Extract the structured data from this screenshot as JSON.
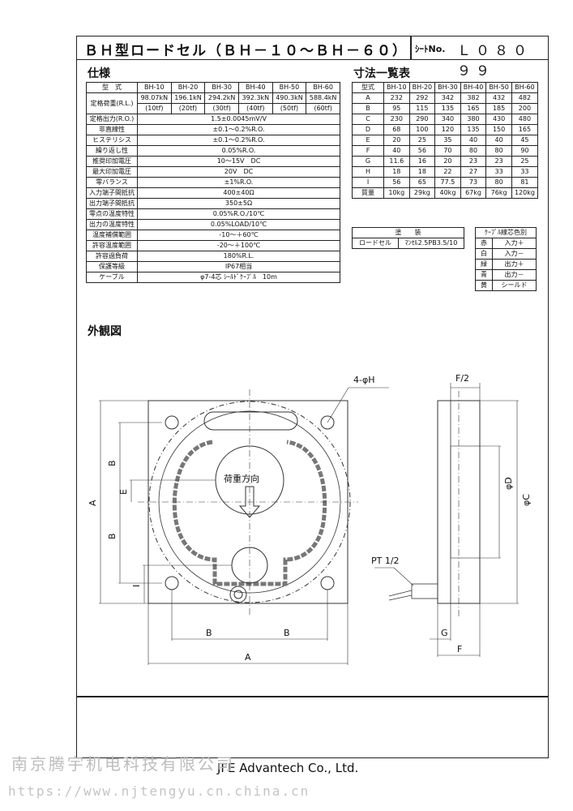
{
  "header": {
    "title": "ＢＨ型ロードセル（ＢＨ－１０～ＢＨ－６０）",
    "sheet_label": "ｼｰﾄNo.",
    "sheet_no": "Ｌ０８０９９"
  },
  "spec": {
    "title": "仕様",
    "model_label": "型　式",
    "models": [
      "BH-10",
      "BH-20",
      "BH-30",
      "BH-40",
      "BH-50",
      "BH-60"
    ],
    "rated_load_label": "定格荷重(R.L.)",
    "rated_load_kn": [
      "98.07kN",
      "196.1kN",
      "294.2kN",
      "392.3kN",
      "490.3kN",
      "588.4kN"
    ],
    "rated_load_tf": [
      "(10tf)",
      "(20tf)",
      "(30tf)",
      "(40tf)",
      "(50tf)",
      "(60tf)"
    ],
    "rows": [
      {
        "label": "定格出力(R.O.)",
        "value": "1.5±0.0045mV/V"
      },
      {
        "label": "非直線性",
        "value": "±0.1～0.2%R.O."
      },
      {
        "label": "ヒステリシス",
        "value": "±0.1～0.2%R.O."
      },
      {
        "label": "繰り返し性",
        "value": "0.05%R.O."
      },
      {
        "label": "推奨印加電圧",
        "value": "10～15V　DC"
      },
      {
        "label": "最大印加電圧",
        "value": "20V　DC"
      },
      {
        "label": "零バランス",
        "value": "±1%R.O."
      },
      {
        "label": "入力端子間抵抗",
        "value": "400±40Ω"
      },
      {
        "label": "出力端子間抵抗",
        "value": "350±5Ω"
      },
      {
        "label": "零点の温度特性",
        "value": "0.05%R.O./10℃"
      },
      {
        "label": "出力の温度特性",
        "value": "0.05%LOAD/10℃"
      },
      {
        "label": "温度補償範囲",
        "value": "-10～＋60℃"
      },
      {
        "label": "許容温度範囲",
        "value": "-20～＋100℃"
      },
      {
        "label": "許容過負荷",
        "value": "180%R.L."
      },
      {
        "label": "保護等級",
        "value": "IP67相当"
      },
      {
        "label": "ケーブル",
        "value": "φ7-4芯 ｼｰﾙﾄﾞｹｰﾌﾞﾙ　10m"
      }
    ]
  },
  "dims": {
    "title": "寸法一覧表",
    "model_label": "型式",
    "models": [
      "BH-10",
      "BH-20",
      "BH-30",
      "BH-40",
      "BH-50",
      "BH-60"
    ],
    "rows": [
      {
        "label": "A",
        "values": [
          "232",
          "292",
          "342",
          "382",
          "432",
          "482"
        ]
      },
      {
        "label": "B",
        "values": [
          "95",
          "115",
          "135",
          "165",
          "185",
          "200"
        ]
      },
      {
        "label": "C",
        "values": [
          "230",
          "290",
          "340",
          "380",
          "430",
          "480"
        ]
      },
      {
        "label": "D",
        "values": [
          "68",
          "100",
          "120",
          "135",
          "150",
          "165"
        ]
      },
      {
        "label": "E",
        "values": [
          "20",
          "25",
          "35",
          "40",
          "40",
          "45"
        ]
      },
      {
        "label": "F",
        "values": [
          "40",
          "56",
          "70",
          "80",
          "80",
          "90"
        ]
      },
      {
        "label": "G",
        "values": [
          "11.6",
          "16",
          "20",
          "23",
          "23",
          "25"
        ]
      },
      {
        "label": "H",
        "values": [
          "18",
          "18",
          "22",
          "27",
          "33",
          "33"
        ]
      },
      {
        "label": "I",
        "values": [
          "56",
          "65",
          "77.5",
          "73",
          "80",
          "81"
        ]
      },
      {
        "label": "質量",
        "values": [
          "10kg",
          "29kg",
          "40kg",
          "67kg",
          "76kg",
          "120kg"
        ]
      }
    ]
  },
  "coating": {
    "header": "塗　　装",
    "item": "ロードセル",
    "value": "ﾏﾝｾﾙ2.5PB3.5/10"
  },
  "cable_colors": {
    "header": "ｹｰﾌﾞﾙ線芯色別",
    "rows": [
      {
        "color": "赤",
        "function": "入力＋"
      },
      {
        "color": "白",
        "function": "入力－"
      },
      {
        "color": "緑",
        "function": "出力＋"
      },
      {
        "color": "青",
        "function": "出力－"
      },
      {
        "color": "黄",
        "function": "シールド"
      }
    ]
  },
  "drawing": {
    "title": "外観図",
    "load_direction": "荷重方向",
    "hole_label": "4-φH",
    "f_half": "F/2",
    "pt_label": "PT 1/2",
    "dim_b": "B",
    "dim_a": "A",
    "dim_e": "E",
    "dim_i": "I",
    "dim_d": "φD",
    "dim_c": "φC",
    "dim_g": "G",
    "dim_f": "F"
  },
  "footer": {
    "company": "JFE Advantech Co., Ltd.",
    "watermark_cn": "南京腾宇机电科技有限公司",
    "watermark_url": "https://www.njtengyu.cn.china.cn"
  }
}
